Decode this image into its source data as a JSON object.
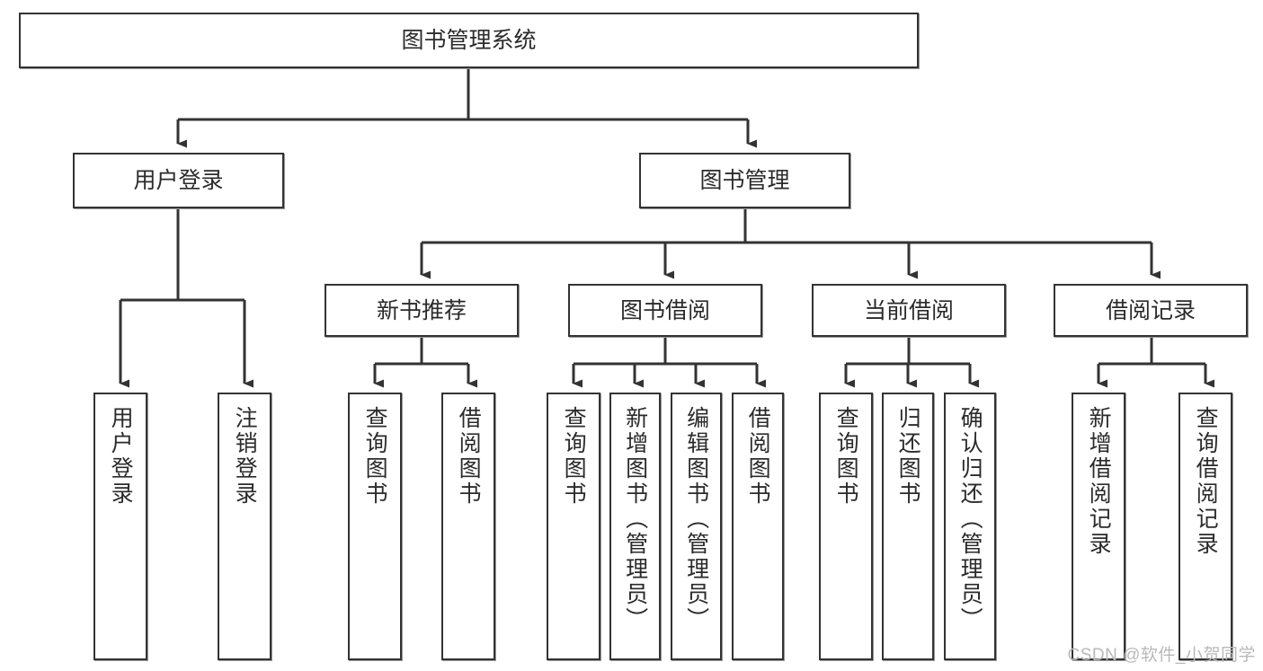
{
  "diagram": {
    "title": "图书管理系统",
    "type": "功能结构图",
    "watermark": "CSDN @软件_小贺同学",
    "colors": {
      "stroke": "#333333",
      "fill": "#ffffff",
      "text": "#2b2b2b",
      "shadow": "#9a9a9a",
      "watermark": "#b9b9b9"
    }
  },
  "nodes": {
    "root": {
      "label": "图书管理系统",
      "orientation": "horizontal"
    },
    "level1": [
      {
        "id": "user-login",
        "label": "用户登录",
        "orientation": "horizontal"
      },
      {
        "id": "book-management",
        "label": "图书管理",
        "orientation": "horizontal"
      }
    ],
    "level2": [
      {
        "id": "new-book-recommend",
        "label": "新书推荐",
        "orientation": "horizontal"
      },
      {
        "id": "book-borrow",
        "label": "图书借阅",
        "orientation": "horizontal"
      },
      {
        "id": "current-borrow",
        "label": "当前借阅",
        "orientation": "horizontal"
      },
      {
        "id": "borrow-record",
        "label": "借阅记录",
        "orientation": "horizontal"
      }
    ],
    "leaves": [
      {
        "id": "leaf-user-login",
        "label": "用户登录",
        "parent": "user-login",
        "orientation": "vertical"
      },
      {
        "id": "leaf-logout-login",
        "label": "注销登录",
        "parent": "user-login",
        "orientation": "vertical"
      },
      {
        "id": "leaf-query-book-1",
        "label": "查询图书",
        "parent": "new-book-recommend",
        "orientation": "vertical"
      },
      {
        "id": "leaf-borrow-book-1",
        "label": "借阅图书",
        "parent": "new-book-recommend",
        "orientation": "vertical"
      },
      {
        "id": "leaf-query-book-2",
        "label": "查询图书",
        "parent": "book-borrow",
        "orientation": "vertical"
      },
      {
        "id": "leaf-add-book",
        "label": "新增图书（管理员）",
        "parent": "book-borrow",
        "orientation": "vertical"
      },
      {
        "id": "leaf-edit-book",
        "label": "编辑图书（管理员）",
        "parent": "book-borrow",
        "orientation": "vertical"
      },
      {
        "id": "leaf-borrow-book-2",
        "label": "借阅图书",
        "parent": "book-borrow",
        "orientation": "vertical"
      },
      {
        "id": "leaf-query-book-3",
        "label": "查询图书",
        "parent": "current-borrow",
        "orientation": "vertical"
      },
      {
        "id": "leaf-return-book",
        "label": "归还图书",
        "parent": "current-borrow",
        "orientation": "vertical"
      },
      {
        "id": "leaf-confirm-return",
        "label": "确认归还（管理员）",
        "parent": "current-borrow",
        "orientation": "vertical"
      },
      {
        "id": "leaf-add-record",
        "label": "新增借阅记录",
        "parent": "borrow-record",
        "orientation": "vertical"
      },
      {
        "id": "leaf-query-record",
        "label": "查询借阅记录",
        "parent": "borrow-record",
        "orientation": "vertical"
      }
    ]
  }
}
